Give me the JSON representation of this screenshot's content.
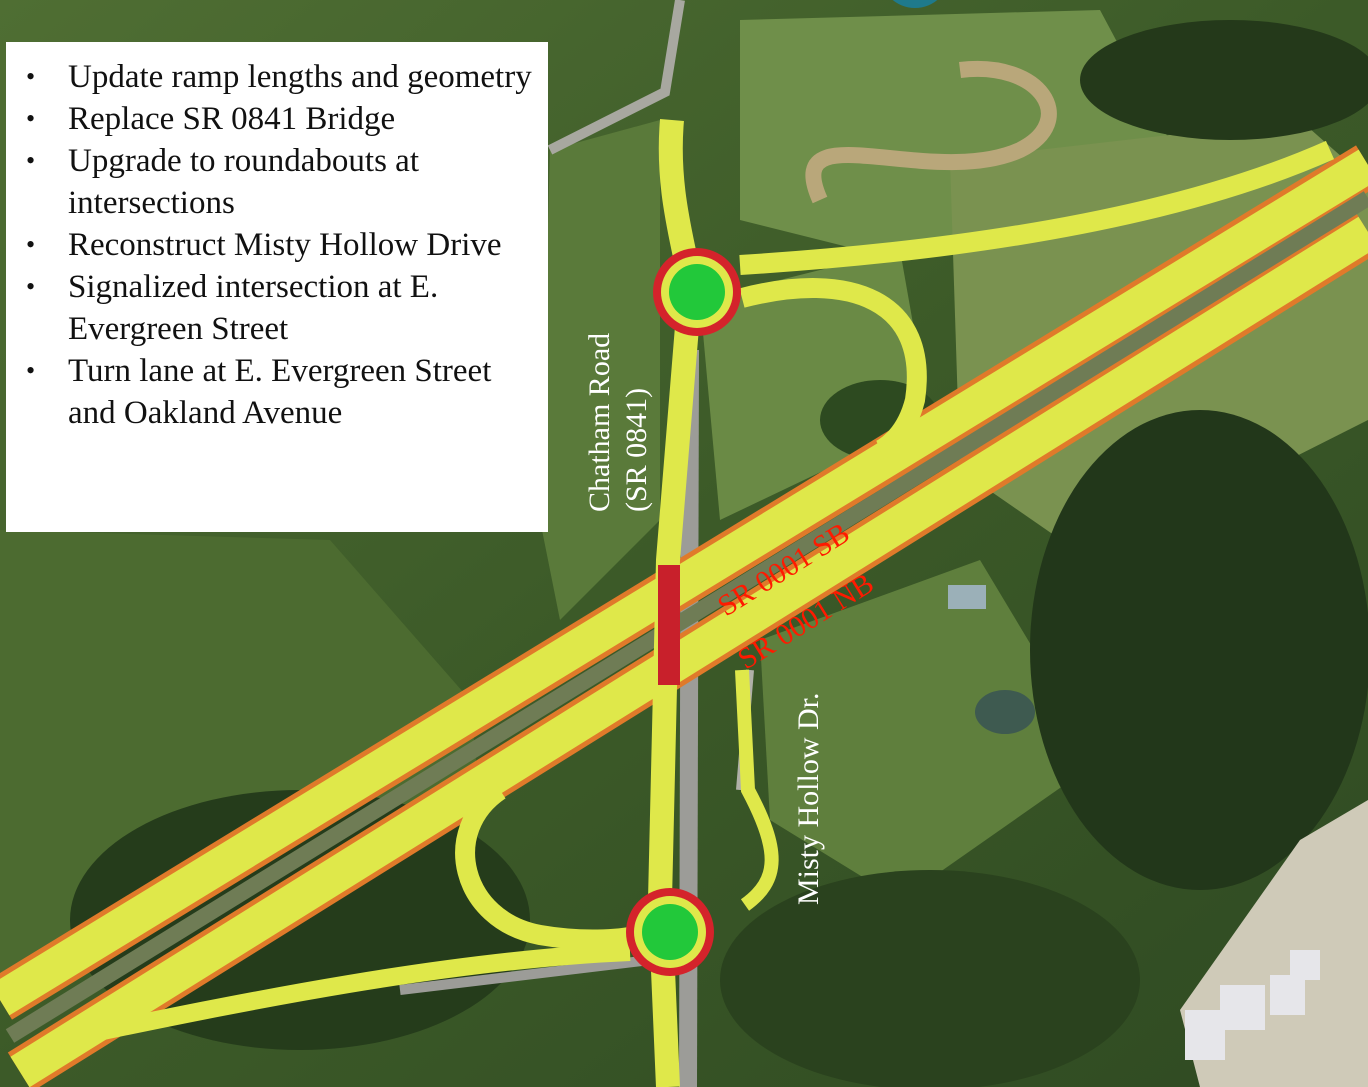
{
  "bullets": [
    "Update ramp lengths and geometry",
    "Replace SR 0841 Bridge",
    "Upgrade to roundabouts at intersections",
    "Reconstruct Misty Hollow Drive",
    "Signalized intersection at E. Evergreen Street",
    "Turn lane at E. Evergreen Street and Oakland Avenue"
  ],
  "labels": {
    "chatham_road_line1": "Chatham Road",
    "chatham_road_line2": "(SR 0841)",
    "sr_sb": "SR 0001 SB",
    "sr_nb": "SR 0001 NB",
    "misty_hollow": "Misty Hollow Dr."
  },
  "colors": {
    "road_fill": "#dfe84a",
    "road_edge": "#e07a2a",
    "roundabout_center": "#22c83a",
    "roundabout_ring": "#d4232b",
    "label_red": "#ff1a00",
    "label_white": "#ffffff",
    "title_accent": "#1f7a8c"
  }
}
